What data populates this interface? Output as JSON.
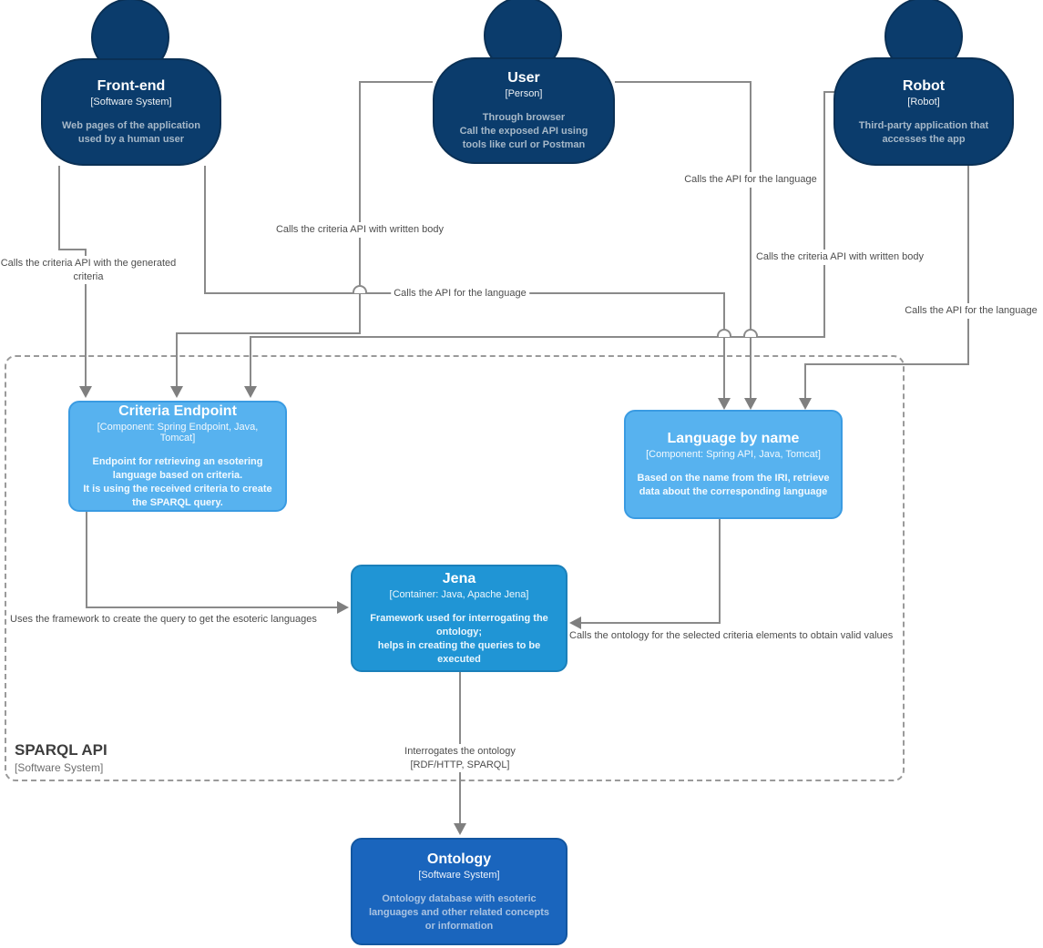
{
  "diagram": {
    "type": "C4 component diagram",
    "colors": {
      "person_fill": "#0b3c6c",
      "component_fill": "#57b2ef",
      "container_fill": "#2095d5",
      "system_fill": "#1a65bd",
      "edge": "#8a8a8a",
      "edge_label": "#4d4d4d"
    }
  },
  "boundary": {
    "title": "SPARQL API",
    "meta": "[Software System]"
  },
  "nodes": {
    "frontend": {
      "title": "Front-end",
      "meta": "[Software System]",
      "desc": "Web pages of the application used by a human user"
    },
    "user": {
      "title": "User",
      "meta": "[Person]",
      "desc": "Through browser\nCall the exposed API using tools like curl or Postman"
    },
    "robot": {
      "title": "Robot",
      "meta": "[Robot]",
      "desc": "Third-party application that accesses the app"
    },
    "criteria": {
      "title": "Criteria Endpoint",
      "meta": "[Component: Spring Endpoint, Java, Tomcat]",
      "desc": "Endpoint for retrieving an esotering language based on criteria.\nIt is using the received criteria to create the SPARQL query."
    },
    "language": {
      "title": "Language by name",
      "meta": "[Component: Spring API, Java, Tomcat]",
      "desc": "Based on the name from the IRI, retrieve data about the corresponding language"
    },
    "jena": {
      "title": "Jena",
      "meta": "[Container: Java, Apache Jena]",
      "desc": "Framework used for interrogating the ontology;\nhelps in creating the queries to be executed"
    },
    "ontology": {
      "title": "Ontology",
      "meta": "[Software System]",
      "desc": "Ontology database with esoteric languages and other related concepts or information"
    }
  },
  "edges": {
    "fe_criteria": {
      "label": "Calls the criteria API with the generated criteria"
    },
    "fe_language": {
      "label": "Calls the API for the language"
    },
    "user_criteria": {
      "label": "Calls the criteria API with written body"
    },
    "user_language": {
      "label": "Calls the API for the language"
    },
    "robot_criteria": {
      "label": "Calls the criteria API with written body"
    },
    "robot_language": {
      "label": "Calls the API for the language"
    },
    "criteria_jena": {
      "label": "Uses the framework to create the query to get the esoteric languages"
    },
    "language_jena": {
      "label": "Calls the ontology for the selected criteria elements to obtain valid values"
    },
    "jena_ontology": {
      "label": "Interrogates the ontology\n[RDF/HTTP, SPARQL]"
    }
  }
}
